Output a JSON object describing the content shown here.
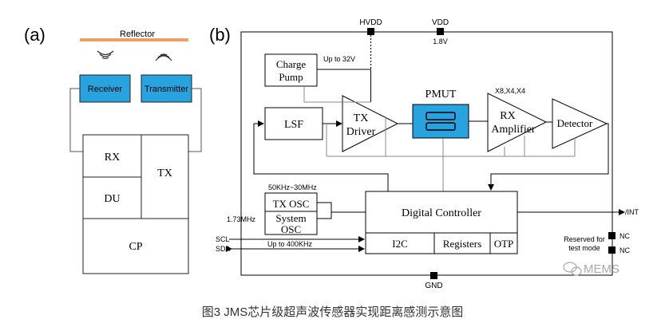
{
  "panel_a": {
    "label": "(a)",
    "reflector": "Reflector",
    "receiver": "Receiver",
    "transmitter": "Transmitter",
    "rx": "RX",
    "tx": "TX",
    "du": "DU",
    "cp": "CP"
  },
  "panel_b": {
    "label": "(b)",
    "hvdd": "HVDD",
    "vdd": "VDD",
    "vdd_value": "1.8V",
    "charge_pump_line1": "Charge",
    "charge_pump_line2": "Pump",
    "up_to_32v": "Up to 32V",
    "pmut": "PMUT",
    "gain": "X8,X4,X4",
    "lsf": "LSF",
    "tx_driver_line1": "TX",
    "tx_driver_line2": "Driver",
    "rx_amp_line1": "RX",
    "rx_amp_line2": "Amplifier",
    "detector": "Detector",
    "osc_range": "50KHz~30MHz",
    "tx_osc": "TX OSC",
    "sys_osc_line1": "System",
    "sys_osc_line2": "OSC",
    "freq_173": "1.73MHz",
    "digital_controller": "Digital Controller",
    "int": "/INT",
    "i2c": "I2C",
    "registers": "Registers",
    "otp": "OTP",
    "scl": "SCL",
    "sda": "SDA",
    "up_to_400k": "Up to 400KHz",
    "reserved_line1": "Reserved for",
    "reserved_line2": "test mode",
    "nc1": "NC",
    "nc2": "NC",
    "gnd": "GND"
  },
  "watermark": "MEMS",
  "caption": "图3 JMS芯片级超声波传感器实现距离感测示意图",
  "colors": {
    "reflector": "#f0a060",
    "block_blue": "#27a3df",
    "line": "#000000",
    "gray_line": "#888888",
    "caption": "#333333"
  }
}
